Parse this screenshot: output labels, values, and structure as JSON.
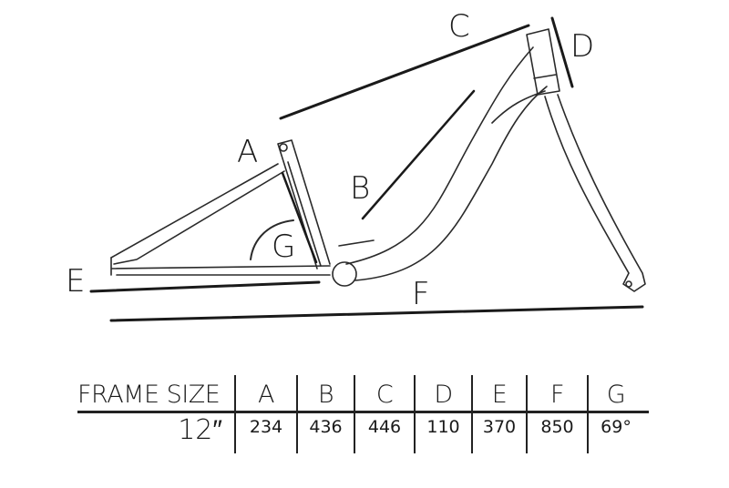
{
  "diagram": {
    "labels": {
      "A": "A",
      "B": "B",
      "C": "C",
      "D": "D",
      "E": "E",
      "F": "F",
      "G": "G"
    }
  },
  "table": {
    "header_label": "FRAME SIZE",
    "columns": [
      "A",
      "B",
      "C",
      "D",
      "E",
      "F",
      "G"
    ],
    "rows": [
      {
        "size": "12″",
        "values": [
          "234",
          "436",
          "446",
          "110",
          "370",
          "850",
          "69°"
        ]
      }
    ]
  }
}
